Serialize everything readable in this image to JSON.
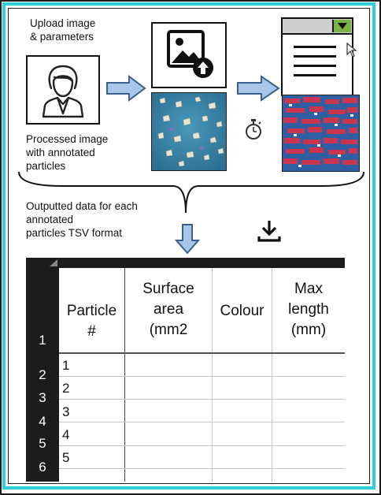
{
  "labels": {
    "upload": [
      "Upload image",
      "& parameters"
    ],
    "processed": [
      "Processed image",
      "with annotated",
      "particles"
    ],
    "output": [
      "Outputted data for each",
      "annotated",
      "particles TSV format"
    ]
  },
  "table": {
    "header_row_number": "1",
    "columns": [
      [
        "Particle",
        "#"
      ],
      [
        "Surface",
        "area",
        "(mm2"
      ],
      [
        "Colour"
      ],
      [
        "Max",
        "length",
        "(mm)"
      ]
    ],
    "rows": [
      {
        "row_number": "2",
        "particle": "1"
      },
      {
        "row_number": "3",
        "particle": "2"
      },
      {
        "row_number": "4",
        "particle": "3"
      },
      {
        "row_number": "5",
        "particle": "4"
      },
      {
        "row_number": "6",
        "particle": "5"
      }
    ]
  },
  "icons": {
    "user": "user-icon",
    "upload": "image-upload-icon",
    "form": "form-window-icon",
    "timer": "stopwatch-icon",
    "download": "download-icon",
    "cursor": "cursor-icon"
  },
  "colors": {
    "frame": "#2ccfe0",
    "arrow_fill": "#a9c6ea",
    "arrow_stroke": "#3a5f8f",
    "dropdown": "#7cb342",
    "sheet_dark": "#1c1c1c"
  }
}
